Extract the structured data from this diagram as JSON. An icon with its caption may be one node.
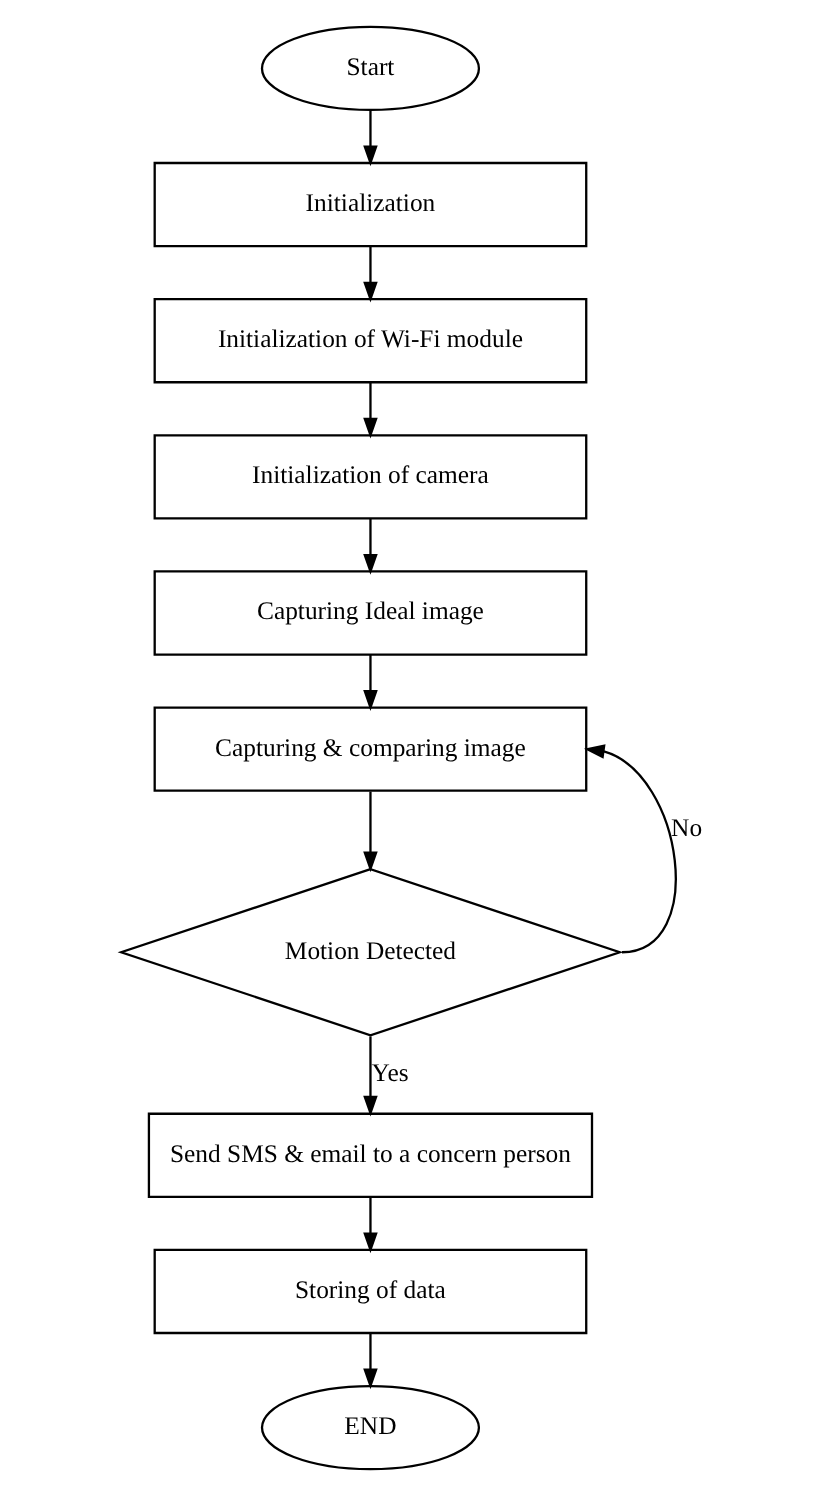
{
  "diagram": {
    "nodes": [
      {
        "text": [
          "Start"
        ]
      },
      {
        "text": [
          "Initialization"
        ]
      },
      {
        "text": [
          "Initialization of Wi-Fi module"
        ]
      },
      {
        "text": [
          "Initialization of camera"
        ]
      },
      {
        "text": [
          "Capturing Ideal image"
        ]
      },
      {
        "text": [
          "Capturing & comparing image"
        ]
      },
      {
        "text": [
          "Motion Detected"
        ]
      },
      {
        "text": [
          "Send SMS & email to a concern person"
        ]
      },
      {
        "text": [
          "Storing of data"
        ]
      },
      {
        "text": [
          "END"
        ]
      }
    ],
    "edges": [
      {
        "from": 0,
        "to": 1,
        "arrow": "to"
      },
      {
        "from": 1,
        "to": 2,
        "arrow": "to"
      },
      {
        "from": 2,
        "to": 3,
        "arrow": "to"
      },
      {
        "from": 3,
        "to": 4,
        "arrow": "to"
      },
      {
        "from": 4,
        "to": 5,
        "arrow": "to"
      },
      {
        "from": 5,
        "to": 6,
        "arrow": "to"
      },
      {
        "from": 6,
        "to": 5,
        "arrow": "to",
        "label": "No"
      },
      {
        "from": 6,
        "to": 7,
        "arrow": "to",
        "label": "Yes"
      },
      {
        "from": 7,
        "to": 8,
        "arrow": "to"
      },
      {
        "from": 8,
        "to": 9,
        "arrow": "to"
      }
    ]
  }
}
